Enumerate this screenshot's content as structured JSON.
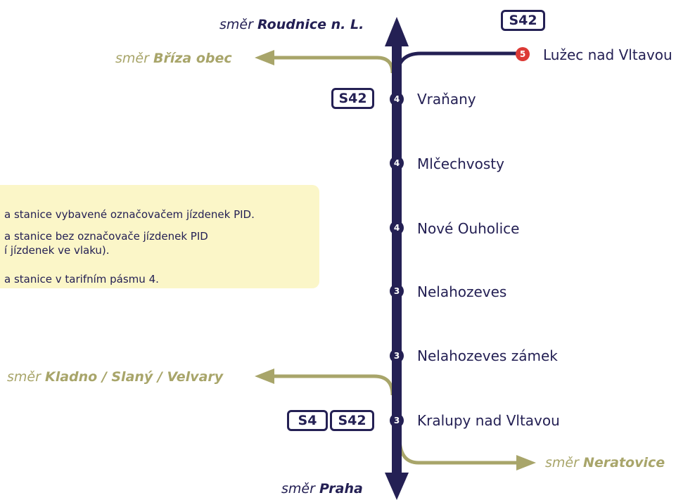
{
  "colors": {
    "line": "#242054",
    "branch": "#a8a56a",
    "zone_red": "#dc3a35",
    "legend_bg": "#fbf6c8"
  },
  "directions": {
    "north": {
      "prefix": "směr",
      "name": "Roudnice n. L."
    },
    "briza": {
      "prefix": "směr",
      "name": "Bříza obec"
    },
    "kladno": {
      "prefix": "směr",
      "name": "Kladno / Slaný / Velvary"
    },
    "neratovice": {
      "prefix": "směr",
      "name": "Neratovice"
    },
    "south": {
      "prefix": "směr",
      "name": "Praha"
    }
  },
  "badges": {
    "top_right": "S42",
    "vranany": "S42",
    "kralupy_1": "S4",
    "kralupy_2": "S42"
  },
  "stations": [
    {
      "name": "Lužec nad Vltavou",
      "zone": "5"
    },
    {
      "name": "Vraňany",
      "zone": "4"
    },
    {
      "name": "Mlčechvosty",
      "zone": "4"
    },
    {
      "name": "Nové Ouholice",
      "zone": "4"
    },
    {
      "name": "Nelahozeves",
      "zone": "3"
    },
    {
      "name": "Nelahozeves zámek",
      "zone": "3"
    },
    {
      "name": "Kralupy nad Vltavou",
      "zone": "3"
    }
  ],
  "legend": {
    "line1": "a stanice vybavené označovačem jízdenek PID.",
    "line2": "a stanice bez označovače jízdenek PID",
    "line3": "í jízdenek ve vlaku).",
    "line4": "a stanice v tarifním pásmu 4."
  }
}
